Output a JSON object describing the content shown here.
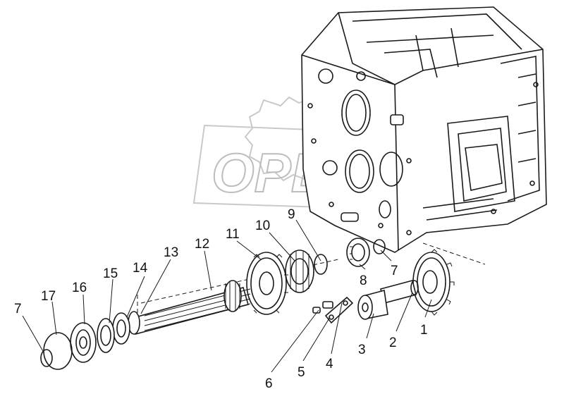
{
  "diagram": {
    "watermark": "OPEX",
    "callouts": [
      "1",
      "2",
      "3",
      "4",
      "5",
      "6",
      "7",
      "7",
      "8",
      "9",
      "10",
      "11",
      "12",
      "13",
      "14",
      "15",
      "16",
      "17"
    ]
  },
  "colors": {
    "ink": "#1a1a1a",
    "watermark": "#c9c9c9",
    "background": "#ffffff"
  }
}
